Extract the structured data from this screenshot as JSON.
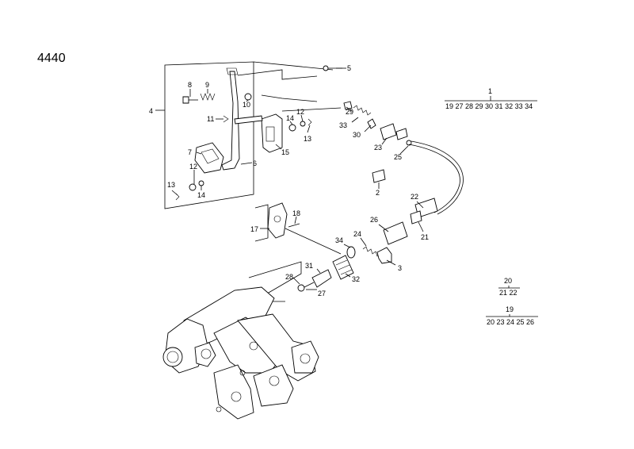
{
  "page_number": "4440",
  "callouts": {
    "c1": "1",
    "c2": "2",
    "c3": "3",
    "c4": "4",
    "c5": "5",
    "c6": "6",
    "c7": "7",
    "c8": "8",
    "c9": "9",
    "c10": "10",
    "c11": "11",
    "c12a": "12",
    "c12b": "12",
    "c13a": "13",
    "c13b": "13",
    "c14a": "14",
    "c14b": "14",
    "c15": "15",
    "c17": "17",
    "c18": "18",
    "c21": "21",
    "c22": "22",
    "c23": "23",
    "c24": "24",
    "c25": "25",
    "c26": "26",
    "c27": "27",
    "c28": "28",
    "c29": "29",
    "c30": "30",
    "c31": "31",
    "c32": "32",
    "c33": "33",
    "c34": "34"
  },
  "kits": [
    {
      "parent": "1",
      "children": "19 27 28 29 30 31 32 33 34"
    },
    {
      "parent": "20",
      "children": "21 22"
    },
    {
      "parent": "19",
      "children": "20 23 24 25 26"
    }
  ]
}
